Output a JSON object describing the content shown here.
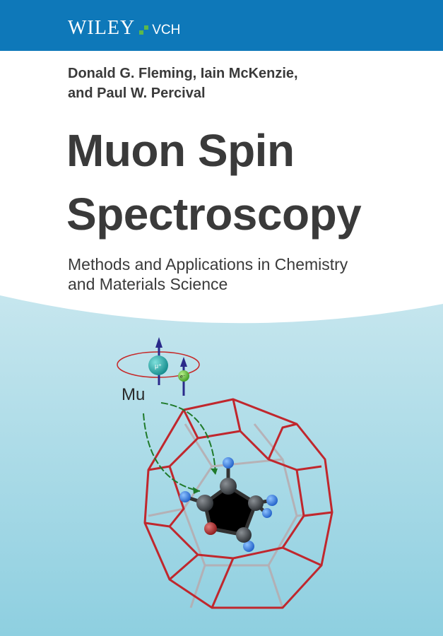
{
  "publisher": {
    "logo_text": "WILEY",
    "logo_suffix": "VCH",
    "brand_color": "#0e78b9",
    "accent_color": "#5cb84a"
  },
  "authors": {
    "line1": "Donald G. Fleming, Iain McKenzie,",
    "line2": "and Paul W. Percival"
  },
  "title": {
    "line1": "Muon Spin",
    "line2": "Spectroscopy"
  },
  "subtitle": {
    "line1": "Methods and Applications in Chemistry",
    "line2": "and Materials Science"
  },
  "illustration": {
    "muonium_label": "Mu",
    "muon_label": "μ⁺",
    "electron_label": "e⁻"
  }
}
